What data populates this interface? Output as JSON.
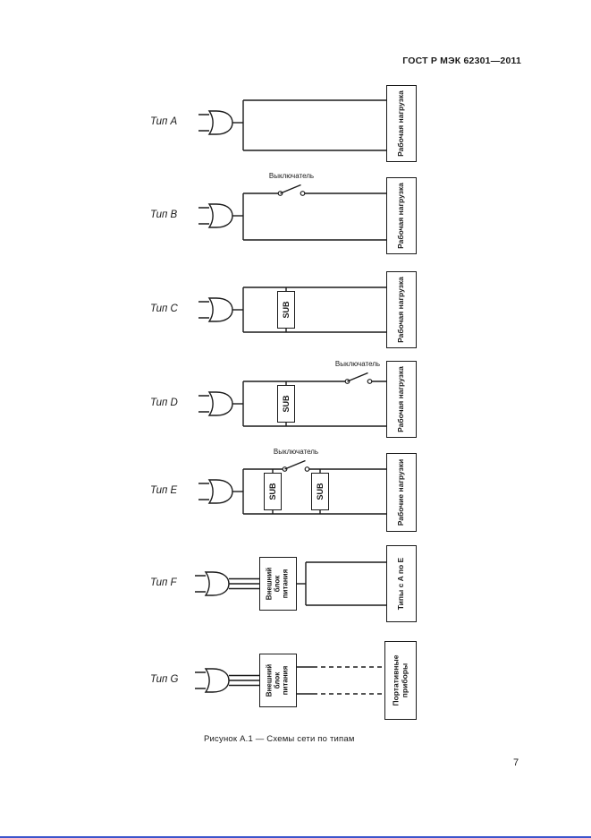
{
  "header": {
    "doc_number": "ГОСТ Р МЭК 62301—2011"
  },
  "footer": {
    "caption": "Рисунок А.1 — Схемы сети по типам",
    "page_number": "7"
  },
  "colors": {
    "line": "#1a1a1a",
    "page_edge": "#3d55cc"
  },
  "diagrams": {
    "a": {
      "type_label": "Тип A",
      "load_label": "Рабочая нагрузка"
    },
    "b": {
      "type_label": "Тип B",
      "switch_label": "Выключатель",
      "load_label": "Рабочая нагрузка"
    },
    "c": {
      "type_label": "Тип C",
      "sub_label": "SUB",
      "load_label": "Рабочая нагрузка"
    },
    "d": {
      "type_label": "Тип D",
      "sub_label": "SUB",
      "switch_label": "Выключатель",
      "load_label": "Рабочая нагрузка"
    },
    "e": {
      "type_label": "Тип E",
      "sub1_label": "SUB",
      "sub2_label": "SUB",
      "switch_label": "Выключатель",
      "load_label": "Рабочие нагрузки"
    },
    "f": {
      "type_label": "Тип F",
      "psu_label": "Внешний блок питания",
      "load_label": "Типы с A по E"
    },
    "g": {
      "type_label": "Тип G",
      "psu_label": "Внешний блок питания",
      "load_label": "Портативные приборы"
    }
  }
}
